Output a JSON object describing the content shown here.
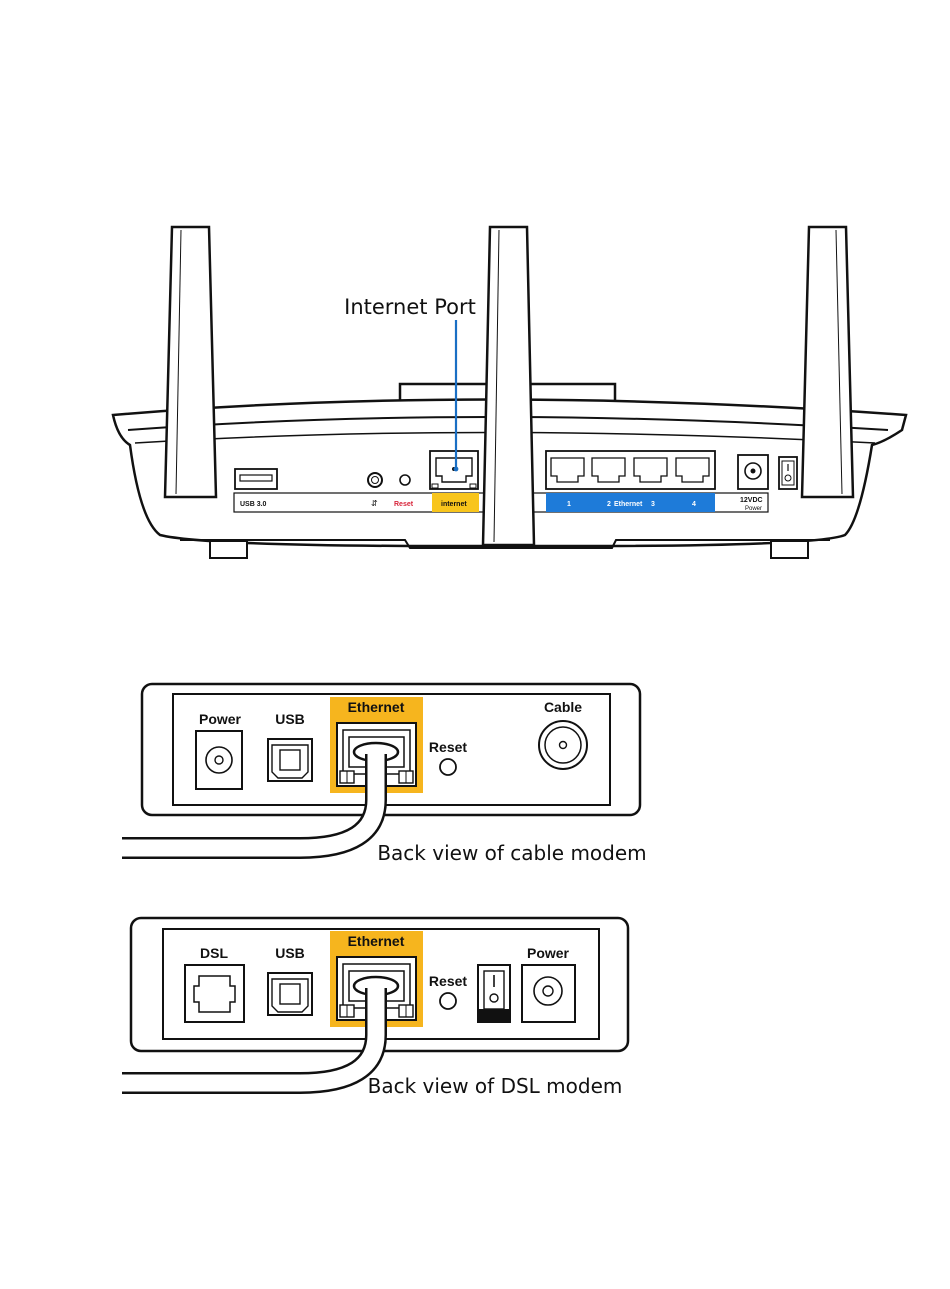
{
  "router": {
    "callout": "Internet Port",
    "strip": {
      "usb": "USB 3.0",
      "reset": "Reset",
      "internet": "internet",
      "eth_1": "1",
      "eth_2": "2",
      "eth_label": "Ethernet",
      "eth_3": "3",
      "eth_4": "4",
      "power_top": "12VDC",
      "power_bottom": "Power"
    },
    "colors": {
      "internet": "#f8c51c",
      "ethernet": "#1e7bd9",
      "callout_line": "#1a6fc4",
      "reset_text": "#d8243a"
    }
  },
  "cable_modem": {
    "labels": {
      "power": "Power",
      "usb": "USB",
      "ethernet": "Ethernet",
      "reset": "Reset",
      "cable": "Cable"
    },
    "caption": "Back view of cable modem"
  },
  "dsl_modem": {
    "labels": {
      "dsl": "DSL",
      "usb": "USB",
      "ethernet": "Ethernet",
      "reset": "Reset",
      "power": "Power"
    },
    "caption": "Back view of DSL modem"
  },
  "highlight_color": "#f6b51e"
}
